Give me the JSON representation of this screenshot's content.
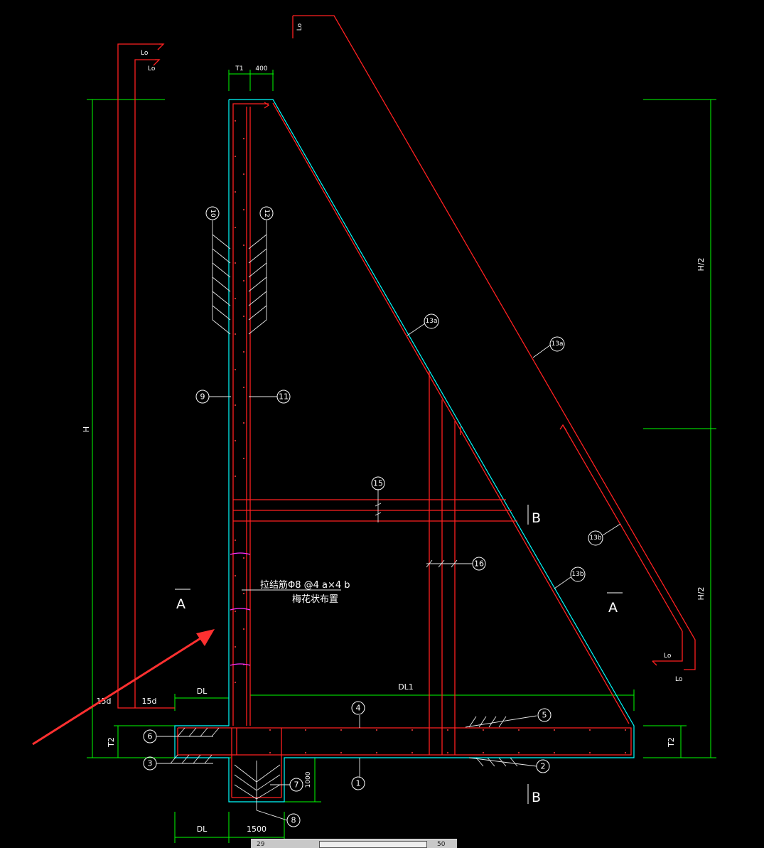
{
  "drawing": {
    "dims": {
      "t1": "T1",
      "w400": "400",
      "h_total": "H",
      "h_half_top": "H/2",
      "h_half_bottom": "H/2",
      "dl_left": "DL",
      "dl1": "DL1",
      "dl_bottom": "DL",
      "w1500": "1500",
      "t2_left": "T2",
      "t2_right": "T2",
      "d1000": "1000",
      "d15d_a": "15d",
      "d15d_b": "15d"
    },
    "anchors": {
      "lo_top": "Lo",
      "lo_left_1": "Lo",
      "lo_left_2": "Lo",
      "lo_right_1": "Lo",
      "lo_right_2": "Lo"
    },
    "sections": {
      "a_left": "A",
      "a_right": "A",
      "b_top": "B",
      "b_bottom": "B"
    },
    "note": {
      "line1": "拉结筋Φ8  @4 a×4 b",
      "line2": "梅花状布置"
    },
    "callouts": [
      "1",
      "2",
      "3",
      "4",
      "5",
      "6",
      "7",
      "8",
      "9",
      "10",
      "11",
      "12",
      "13a",
      "13a",
      "13b",
      "13b",
      "15",
      "16"
    ]
  },
  "colors": {
    "background": "#000000",
    "rebar": "#ff2020",
    "concrete_outline": "#00ffff",
    "dimension": "#00ff00",
    "text": "#ffffff",
    "tie": "#ff00ff",
    "annotation_arrow": "#ff3030"
  },
  "statusbar": {
    "left_value": "29",
    "right_value": "50"
  }
}
